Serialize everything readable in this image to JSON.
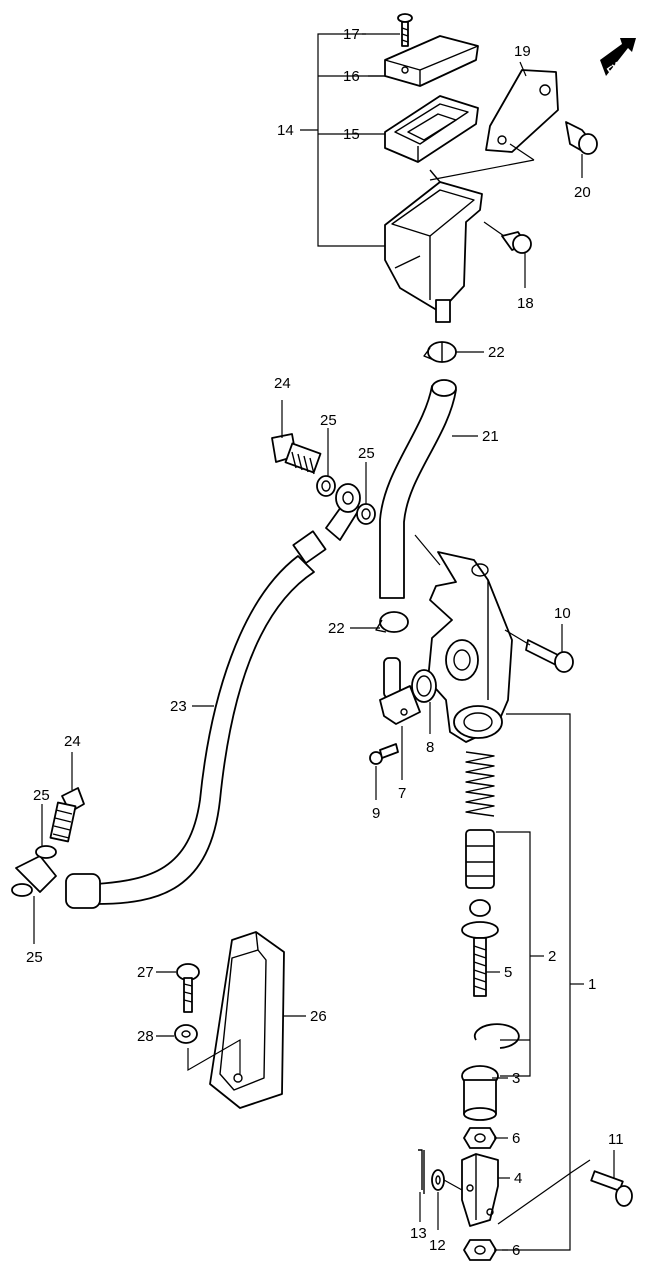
{
  "diagram": {
    "fwd_badge": "FWD",
    "callouts": {
      "c1": "1",
      "c2": "2",
      "c3": "3",
      "c4": "4",
      "c5": "5",
      "c6a": "6",
      "c6b": "6",
      "c7": "7",
      "c8": "8",
      "c9": "9",
      "c10": "10",
      "c11": "11",
      "c12": "12",
      "c13": "13",
      "c14": "14",
      "c15": "15",
      "c16": "16",
      "c17": "17",
      "c18": "18",
      "c19": "19",
      "c20": "20",
      "c21": "21",
      "c22a": "22",
      "c22b": "22",
      "c23": "23",
      "c24a": "24",
      "c24b": "24",
      "c25a": "25",
      "c25b": "25",
      "c25c": "25",
      "c25d": "25",
      "c26": "26",
      "c27": "27",
      "c28": "28"
    }
  }
}
